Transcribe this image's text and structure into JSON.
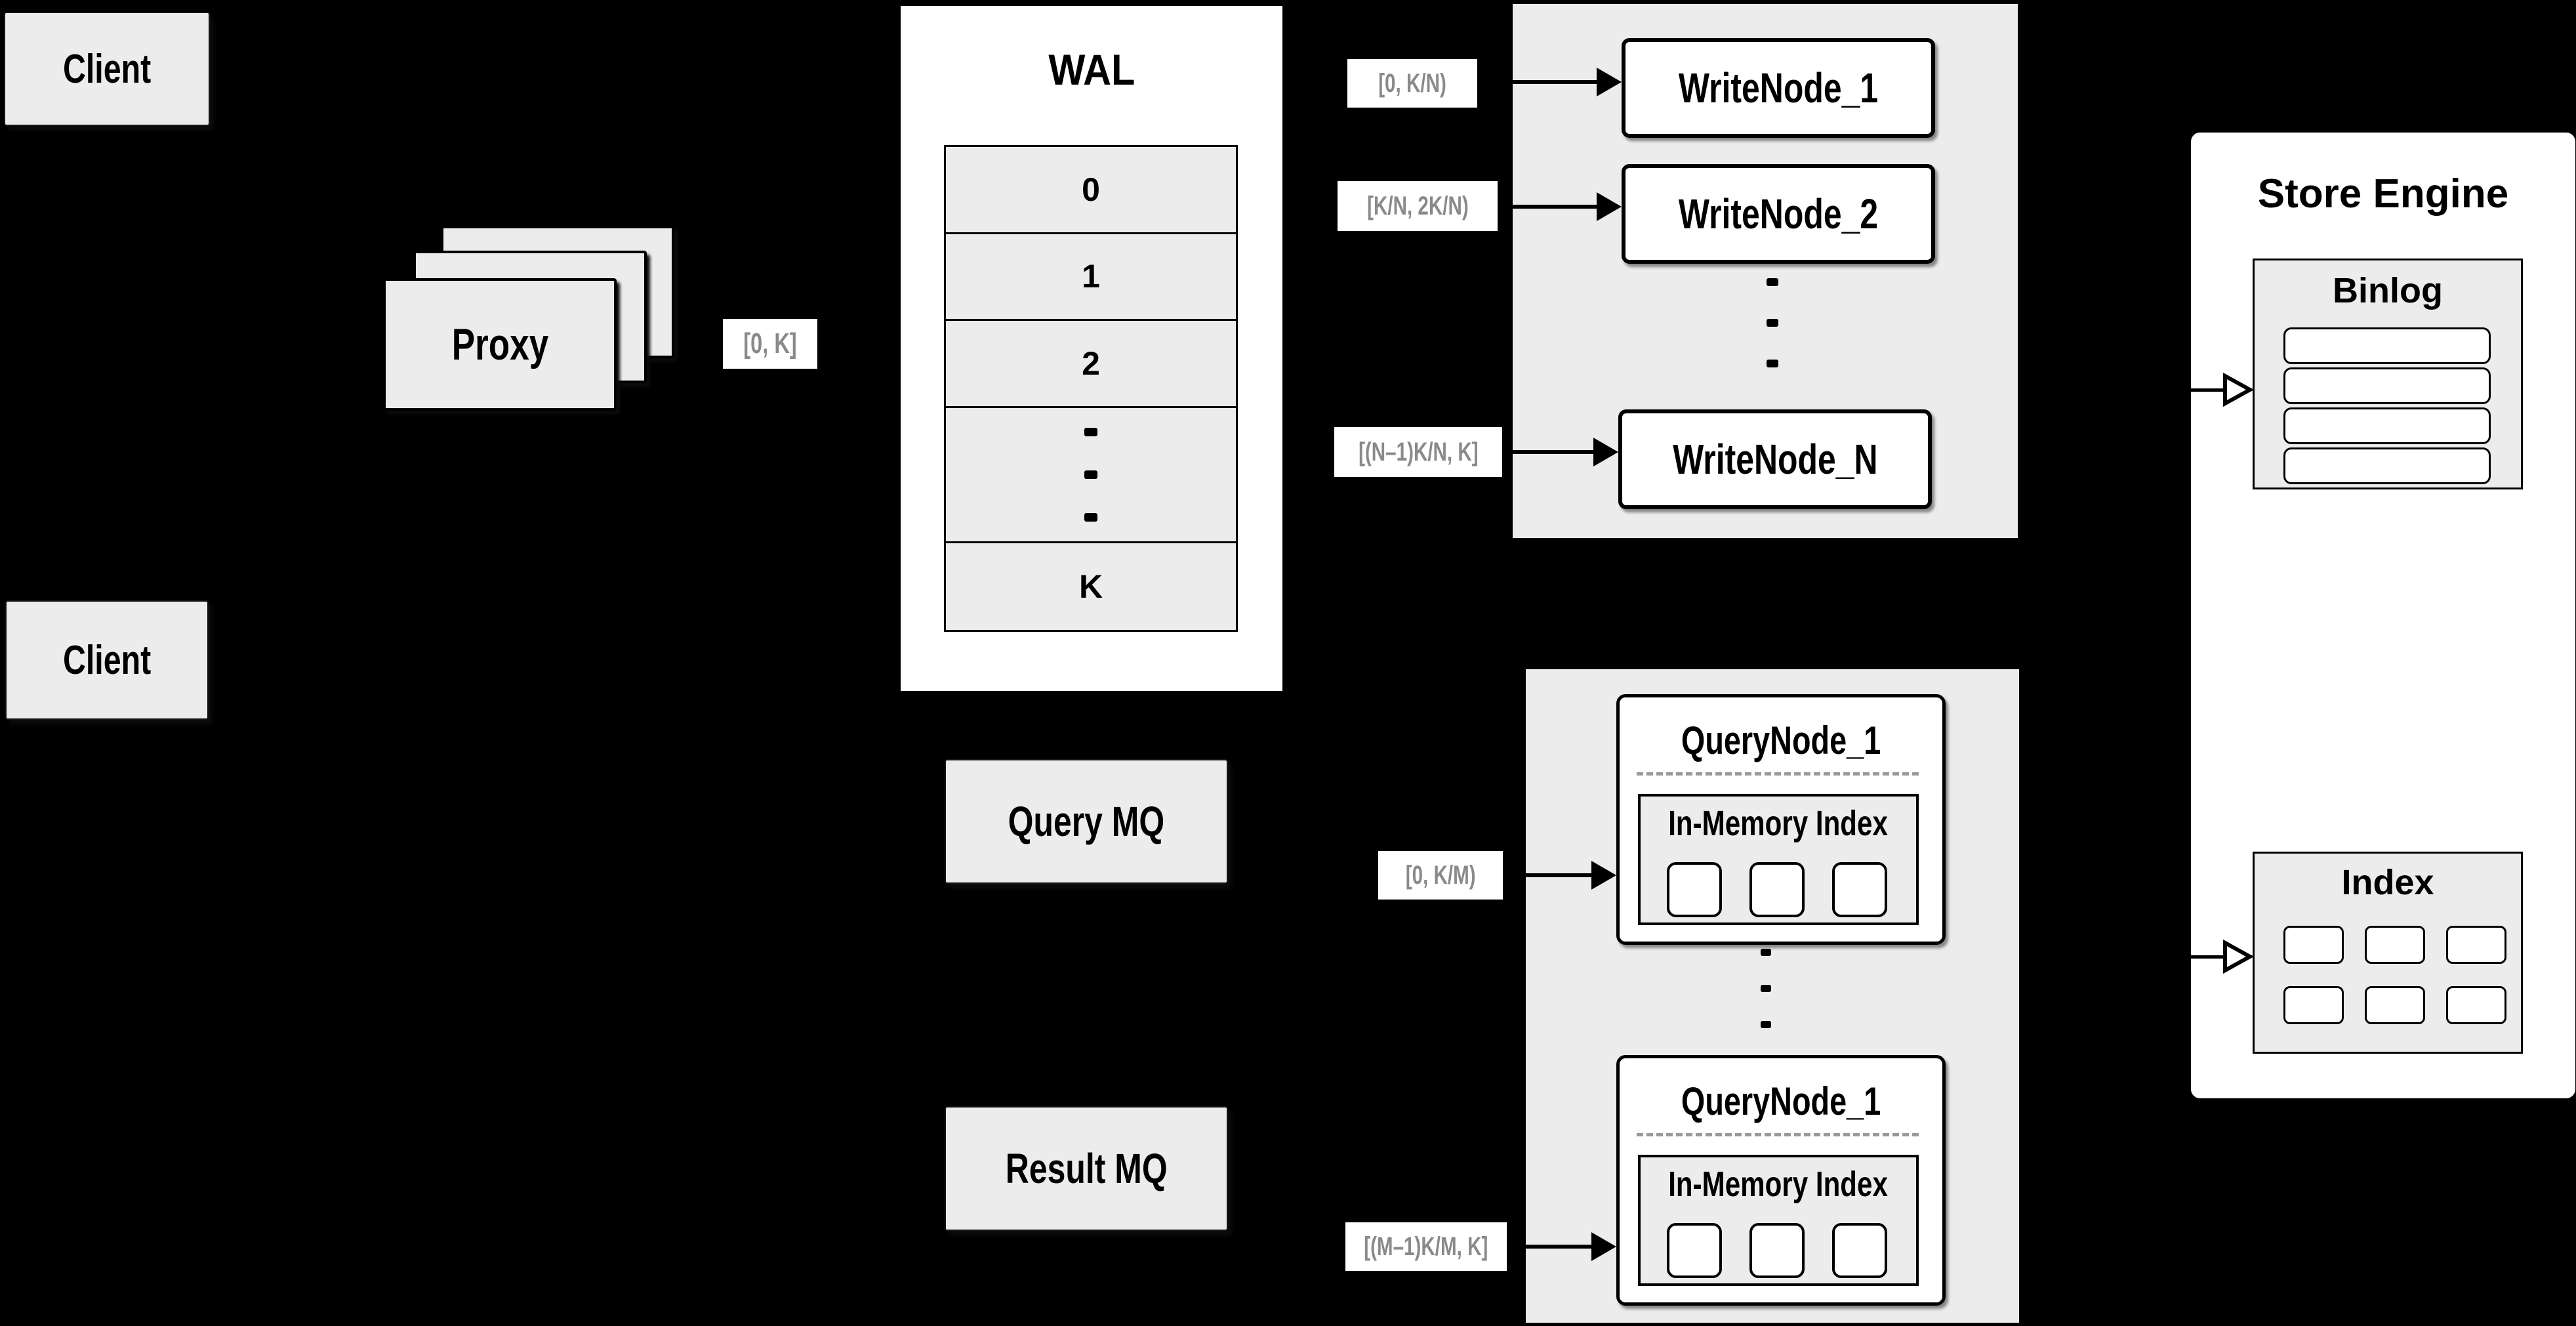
{
  "colors": {
    "background": "#000000",
    "panel_fill": "#ececec",
    "box_fill": "#ffffff",
    "line": "#000000",
    "range_text": "#8a8a8a",
    "dashed_divider": "#999999"
  },
  "clients": {
    "top": "Client",
    "bottom": "Client"
  },
  "proxy": {
    "title": "Proxy",
    "range": "[0, K]"
  },
  "wal": {
    "title": "WAL",
    "segments": [
      "0",
      "1",
      "2",
      "K"
    ]
  },
  "write_nodes": {
    "ranges": [
      "[0, K/N)",
      "[K/N, 2K/N)",
      "[(N–1)K/N, K]"
    ],
    "nodes": [
      "WriteNode_1",
      "WriteNode_2",
      "WriteNode_N"
    ]
  },
  "mq": {
    "query": "Query MQ",
    "result": "Result MQ"
  },
  "query_nodes": {
    "ranges": [
      "[0, K/M)",
      "[(M–1)K/M, K]"
    ],
    "nodes": [
      {
        "title": "QueryNode_1",
        "memory_index": "In-Memory Index"
      },
      {
        "title": "QueryNode_1",
        "memory_index": "In-Memory Index"
      }
    ]
  },
  "store_engine": {
    "title": "Store Engine",
    "binlog": "Binlog",
    "index": "Index"
  },
  "icons": {
    "solid_arrow": "▶",
    "hollow_arrow": "▷",
    "vertical_ellipsis": "⋮"
  }
}
